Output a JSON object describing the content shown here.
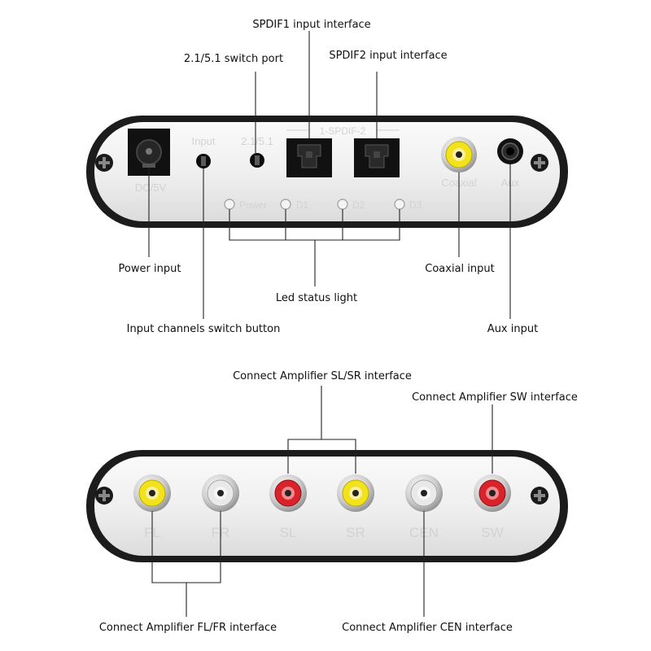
{
  "top_panel": {
    "labels": {
      "dc": "DC/5V",
      "input": "Input",
      "switch": "2.1/5.1",
      "spdif": "1-SPDIF-2",
      "coaxial": "Coaxial",
      "aux": "Aux",
      "power_led": "Power",
      "d1": "D1",
      "d2": "D2",
      "d3": "D3"
    },
    "callouts": {
      "spdif1": "SPDIF1 input interface",
      "switch_port": "2.1/5.1 switch port",
      "spdif2": "SPDIF2 input interface",
      "power_input": "Power input",
      "coaxial_input": "Coaxial input",
      "led": "Led status light",
      "input_switch": "Input channels switch button",
      "aux_input": "Aux input"
    }
  },
  "bottom_panel": {
    "labels": {
      "fl": "FL",
      "fr": "FR",
      "sl": "SL",
      "sr": "SR",
      "cen": "CEN",
      "sw": "SW"
    },
    "callouts": {
      "slsr": "Connect Amplifier SL/SR interface",
      "sw": "Connect Amplifier SW interface",
      "flfr": "Connect Amplifier FL/FR interface",
      "cen": "Connect Amplifier CEN interface"
    }
  },
  "colors": {
    "yellow": "#f2e21c",
    "red": "#d8232a",
    "white": "#e9e9e9"
  }
}
